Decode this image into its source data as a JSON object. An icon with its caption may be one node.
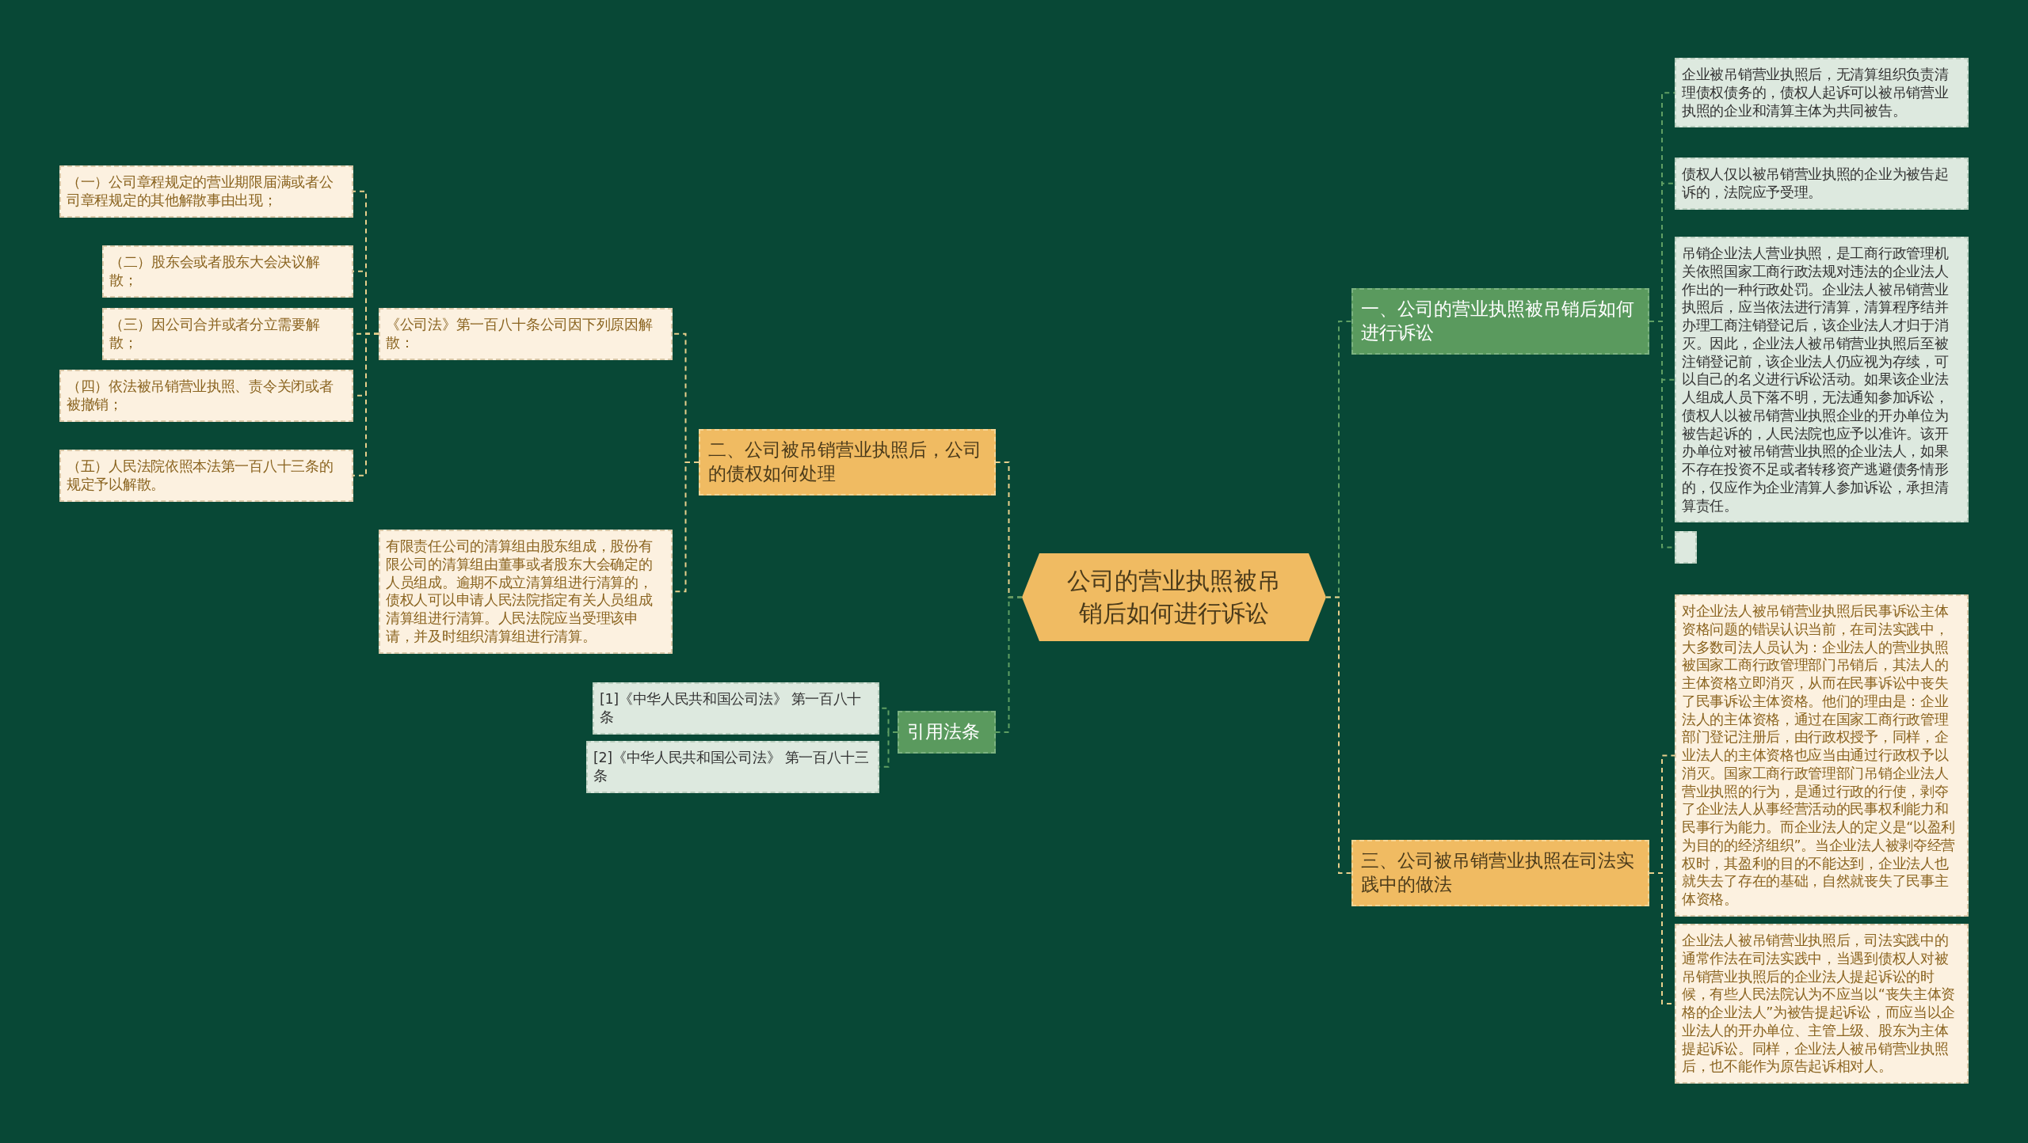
{
  "diagram": {
    "nodes": [
      {
        "text": [
          "公司的营业执照被吊销后如何进行诉讼"
        ]
      },
      {
        "text": [
          "一、公司的营业执照被吊销后如何进行诉讼"
        ]
      },
      {
        "text": [
          "企业被吊销营业执照后，无清算组织负责清理债权债务的，债权人起诉可以被吊销营业执照的企业和清算主体为共同被告。"
        ]
      },
      {
        "text": [
          "债权人仅以被吊销营业执照的企业为被告起诉的，法院应予受理。"
        ]
      },
      {
        "text": [
          "吊销企业法人营业执照，是工商行政管理机关依照国家工商行政法规对违法的企业法人作出的一种行政处罚。企业法人被吊销营业执照后，应当依法进行清算，清算程序结并办理工商注销登记后，该企业法人才归于消灭。因此，企业法人被吊销营业执照后至被注销登记前，该企业法人仍应视为存续，可以自己的名义进行诉讼活动。如果该企业法人组成人员下落不明，无法通知参加诉讼，债权人以被吊销营业执照企业的开办单位为被告起诉的，人民法院也应予以准许。该开办单位对被吊销营业执照的企业法人，如果不存在投资不足或者转移资产逃避债务情形的，仅应作为企业清算人参加诉讼，承担清算责任。"
        ]
      },
      {
        "text": [],
        "shape": "box"
      },
      {
        "text": [
          "三、公司被吊销营业执照在司法实践中的做法"
        ]
      },
      {
        "text": [
          "对企业法人被吊销营业执照后民事诉讼主体资格问题的错误认识当前，在司法实践中，大多数司法人员认为：企业法人的营业执照被国家工商行政管理部门吊销后，其法人的主体资格立即消灭，从而在民事诉讼中丧失了民事诉讼主体资格。他们的理由是：企业法人的主体资格，通过在国家工商行政管理部门登记注册后，由行政权授予，同样，企业法人的主体资格也应当由通过行政权予以消灭。国家工商行政管理部门吊销企业法人营业执照的行为，是通过行政的行使，剥夺了企业法人从事经营活动的民事权利能力和民事行为能力。而企业法人的定义是“以盈利为目的的经济组织”。当企业法人被剥夺经营权时，其盈利的目的不能达到，企业法人也就失去了存在的基础，自然就丧失了民事主体资格。"
        ]
      },
      {
        "text": [
          "企业法人被吊销营业执照后，司法实践中的通常作法在司法实践中，当遇到债权人对被吊销营业执照后的企业法人提起诉讼的时候，有些人民法院认为不应当以“丧失主体资格的企业法人”为被告提起诉讼，而应当以企业法人的开办单位、主管上级、股东为主体提起诉讼。同样，企业法人被吊销营业执照后，也不能作为原告起诉相对人。"
        ]
      },
      {
        "text": [
          "二、公司被吊销营业执照后，公司的债权如何处理"
        ]
      },
      {
        "text": [
          "《公司法》第一百八十条公司因下列原因解散："
        ]
      },
      {
        "text": [
          "（一）公司章程规定的营业期限届满或者公司章程规定的其他解散事由出现；"
        ]
      },
      {
        "text": [
          "（二）股东会或者股东大会决议解散；"
        ]
      },
      {
        "text": [
          "（三）因公司合并或者分立需要解散；"
        ]
      },
      {
        "text": [
          "（四）依法被吊销营业执照、责令关闭或者被撤销；"
        ]
      },
      {
        "text": [
          "（五）人民法院依照本法第一百八十三条的规定予以解散。"
        ]
      },
      {
        "text": [
          "有限责任公司的清算组由股东组成，股份有限公司的清算组由董事或者股东大会确定的人员组成。逾期不成立清算组进行清算的，债权人可以申请人民法院指定有关人员组成清算组进行清算。人民法院应当受理该申请，并及时组织清算组进行清算。"
        ]
      },
      {
        "text": [
          "引用法条"
        ]
      },
      {
        "text": [
          "[1]《中华人民共和国公司法》 第一百八十条"
        ]
      },
      {
        "text": [
          "[2]《中华人民共和国公司法》 第一百八十三条"
        ]
      }
    ],
    "edges": [
      {
        "from": 0,
        "to": 1,
        "arrow": "none",
        "style": "dashed",
        "color": "#5f9e63"
      },
      {
        "from": 1,
        "to": 2,
        "arrow": "none",
        "style": "dashed",
        "color": "#5f9e63"
      },
      {
        "from": 1,
        "to": 3,
        "arrow": "none",
        "style": "dashed",
        "color": "#5f9e63"
      },
      {
        "from": 1,
        "to": 4,
        "arrow": "none",
        "style": "dashed",
        "color": "#5f9e63"
      },
      {
        "from": 1,
        "to": 5,
        "arrow": "none",
        "style": "dashed",
        "color": "#5f9e63"
      },
      {
        "from": 0,
        "to": 6,
        "arrow": "none",
        "style": "dashed"
      },
      {
        "from": 6,
        "to": 7,
        "arrow": "none",
        "style": "dashed"
      },
      {
        "from": 6,
        "to": 8,
        "arrow": "none",
        "style": "dashed"
      },
      {
        "from": 0,
        "to": 9,
        "arrow": "none",
        "style": "dashed"
      },
      {
        "from": 9,
        "to": 10,
        "arrow": "none",
        "style": "dashed"
      },
      {
        "from": 10,
        "to": 11,
        "arrow": "none",
        "style": "dashed"
      },
      {
        "from": 10,
        "to": 12,
        "arrow": "none",
        "style": "dashed"
      },
      {
        "from": 10,
        "to": 13,
        "arrow": "none",
        "style": "dashed"
      },
      {
        "from": 10,
        "to": 14,
        "arrow": "none",
        "style": "dashed"
      },
      {
        "from": 10,
        "to": 15,
        "arrow": "none",
        "style": "dashed"
      },
      {
        "from": 9,
        "to": 16,
        "arrow": "none",
        "style": "dashed"
      },
      {
        "from": 0,
        "to": 17,
        "arrow": "none",
        "style": "dashed",
        "color": "#5f9e63"
      },
      {
        "from": 17,
        "to": 18,
        "arrow": "none",
        "style": "dashed",
        "color": "#5f9e63"
      },
      {
        "from": 17,
        "to": 19,
        "arrow": "none",
        "style": "dashed",
        "color": "#5f9e63"
      }
    ]
  }
}
